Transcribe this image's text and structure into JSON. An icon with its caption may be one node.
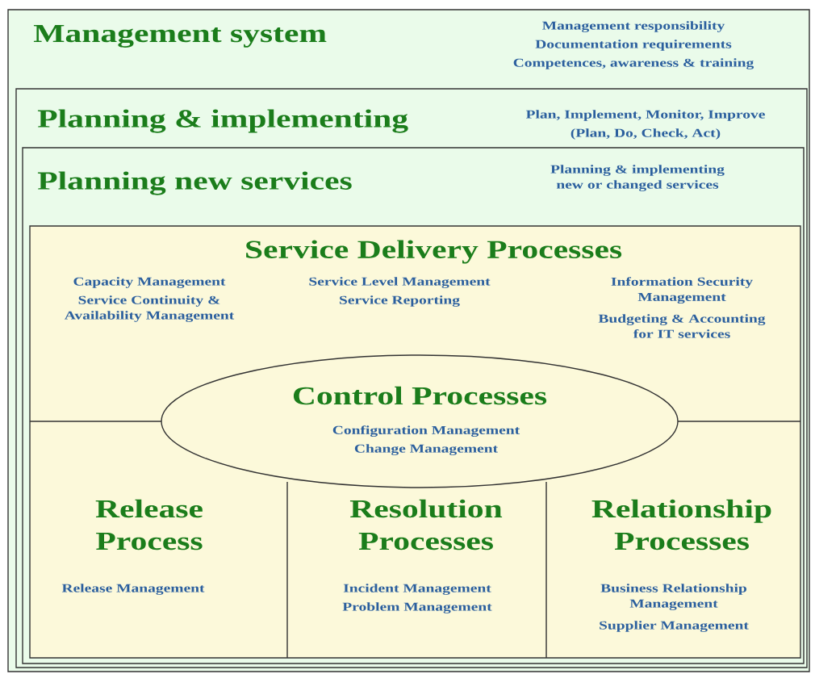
{
  "diagram": {
    "nodes": [
      {
        "text": [
          "Management system",
          "Management responsibility",
          "Documentation requirements",
          "Competences, awareness & training"
        ]
      },
      {
        "text": [
          "Planning & implementing",
          "Plan, Implement, Monitor, Improve",
          "(Plan, Do, Check, Act)"
        ],
        "in": 0
      },
      {
        "text": [
          "Planning new services",
          "Planning & implementing new or changed services"
        ],
        "in": 1
      },
      {
        "text": [
          "Service Delivery Processes",
          "Capacity Management",
          "Service Continuity & Availability Management",
          "Service Level Management",
          "Service Reporting",
          "Information Security Management",
          "Budgeting & Accounting for IT services"
        ],
        "in": 2
      },
      {
        "text": [
          "Release Process",
          "Release Management"
        ],
        "in": 3
      },
      {
        "text": [
          "Resolution Processes",
          "Incident Management",
          "Problem Management"
        ],
        "in": 3
      },
      {
        "text": [
          "Relationship Processes",
          "Business Relationship Management",
          "Supplier Management"
        ],
        "in": 3
      },
      {
        "text": [
          "Control Processes",
          "Configuration Management",
          "Change Management"
        ],
        "in": 3
      }
    ]
  }
}
